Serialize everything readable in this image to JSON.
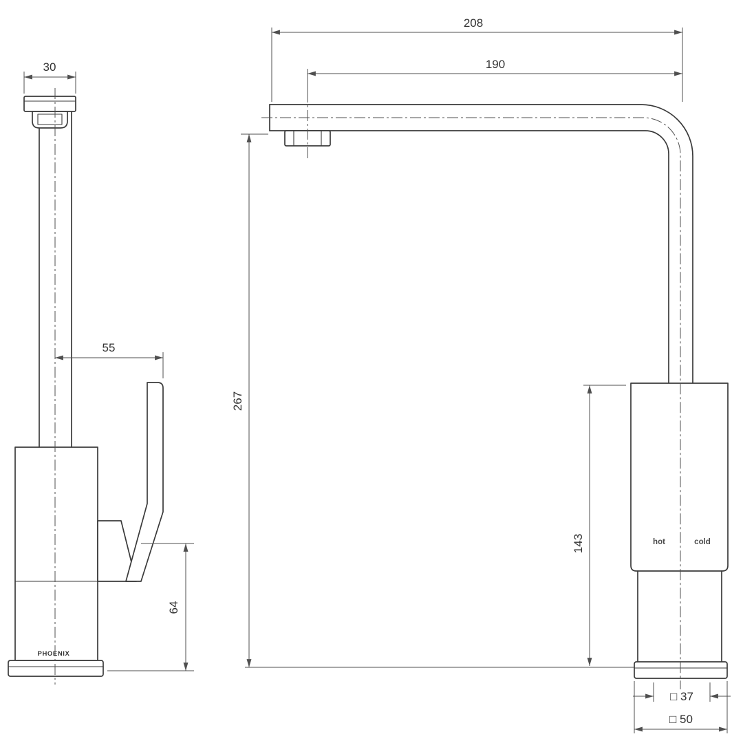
{
  "colors": {
    "line": "#3a3a3a",
    "dim": "#4f4f4f",
    "text": "#333333",
    "background": "#ffffff"
  },
  "side_view": {
    "dim_spout_width": "30",
    "dim_handle_reach": "55",
    "dim_handle_height": "64",
    "brand": "PHOENIX"
  },
  "front_view": {
    "dim_overall_reach": "208",
    "dim_spout_reach": "190",
    "dim_spout_height": "267",
    "dim_body_height": "143",
    "label_hot": "hot",
    "label_cold": "cold",
    "dim_body_square": "□ 37",
    "dim_base_square": "□ 50"
  }
}
